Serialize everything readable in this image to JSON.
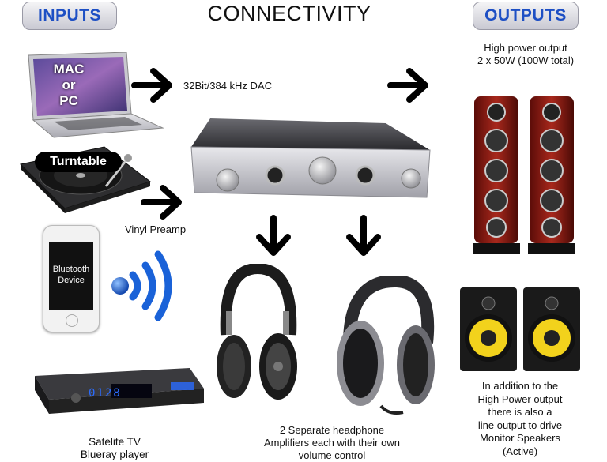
{
  "header": {
    "inputs_label": "INPUTS",
    "title": "CONNECTIVITY",
    "outputs_label": "OUTPUTS"
  },
  "inputs": {
    "laptop_text": [
      "MAC",
      "or",
      "PC"
    ],
    "turntable_text": "Turntable",
    "vinyl_preamp": "Vinyl Preamp",
    "bluetooth_text": [
      "Bluetooth",
      "Device"
    ],
    "satellite_lines": [
      "Satelite TV",
      "Blueray player"
    ],
    "receiver_display": "0128"
  },
  "center": {
    "dac_label": "32Bit/384 kHz DAC",
    "headphone_lines": [
      "2 Separate headphone",
      "Amplifiers each with their own",
      "volume control"
    ]
  },
  "outputs": {
    "power_lines": [
      "High power output",
      "2 x 50W (100W total)"
    ],
    "monitor_lines": [
      "In addition to the",
      "High Power output",
      "there is also a",
      "line output to drive",
      "Monitor Speakers",
      "(Active)"
    ]
  },
  "colors": {
    "tag_text": "#1d4fc4",
    "speaker_wood": "#8a1a12",
    "monitor_cone": "#f2d21c",
    "bluetooth_blue": "#1a62d8",
    "receiver_led": "#2a6cff"
  }
}
